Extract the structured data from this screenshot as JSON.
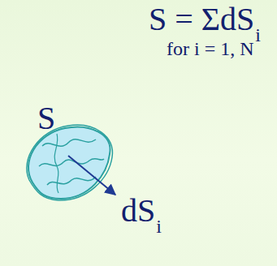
{
  "diagram": {
    "labels": [
      "S = ΣdS",
      "i",
      "for i = 1, N",
      "S",
      "dS",
      "i"
    ]
  }
}
